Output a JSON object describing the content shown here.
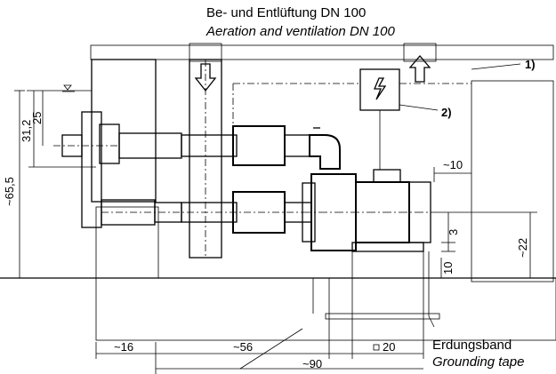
{
  "title": {
    "line_de": "Be- und Entlüftung DN 100",
    "line_en": "Aeration and ventilation DN 100"
  },
  "refs": {
    "r1": "1)",
    "r2": "2)"
  },
  "dims": {
    "d_65_5": "~65,5",
    "d_31_2": "31,2",
    "d_25": "25",
    "d_10_top": "~10",
    "d_22": "~22",
    "d_3": "3",
    "d_10_small": "10",
    "d_16": "~16",
    "d_56": "~56",
    "d_20": "20",
    "d_90": "~90"
  },
  "notes": {
    "grounding_de": "Erdungsband",
    "grounding_en": "Grounding tape"
  },
  "symbols": {
    "hazard": "lightning-bolt-icon",
    "water_level": "water-level-icon",
    "arrow_down": "arrow-down-icon",
    "arrow_up": "arrow-up-icon",
    "square": "square-icon"
  }
}
